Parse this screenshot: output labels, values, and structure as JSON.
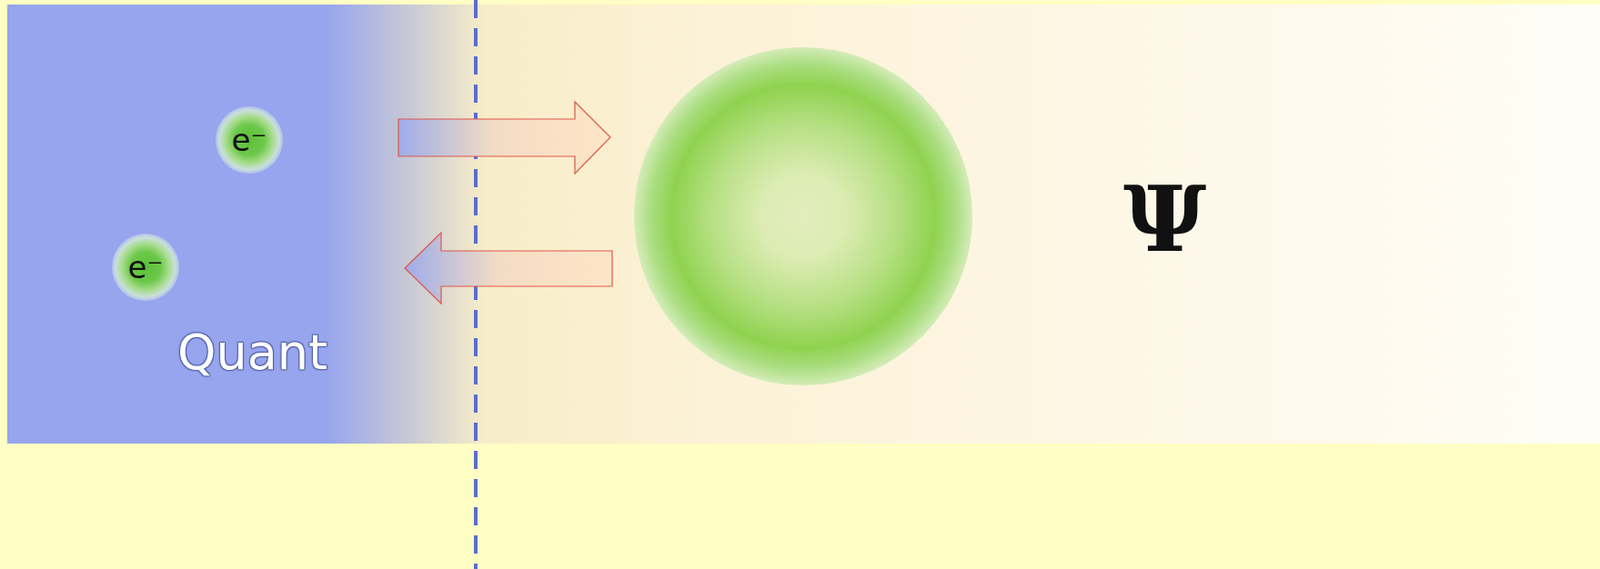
{
  "diagram": {
    "nodes": [
      {
        "text": [
          "Quant"
        ]
      },
      {
        "text": [
          "e⁻"
        ],
        "in": 0
      },
      {
        "text": [
          "e⁻"
        ],
        "in": 0
      }
    ],
    "labels": [
      "Ψ"
    ]
  }
}
